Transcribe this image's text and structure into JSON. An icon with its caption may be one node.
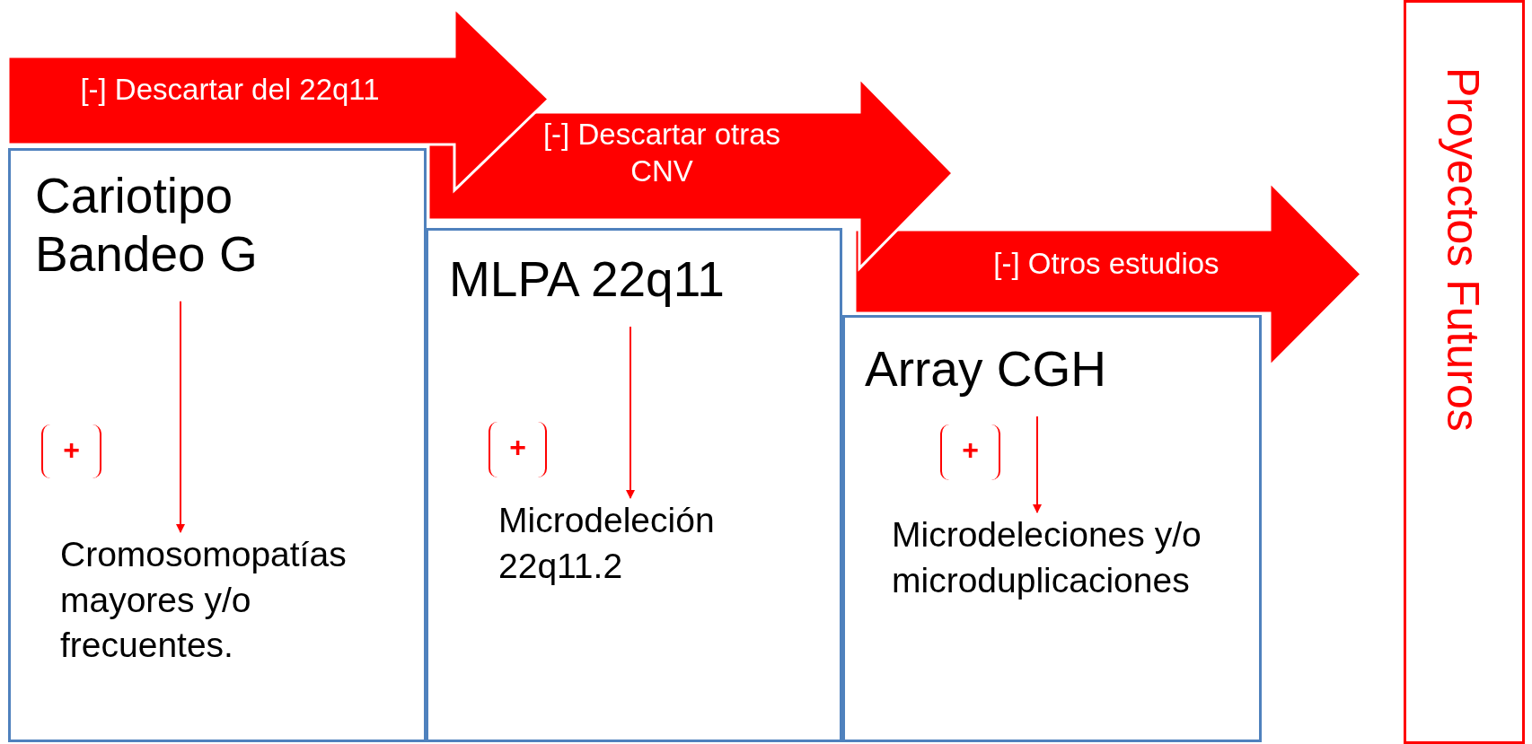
{
  "diagram": {
    "nodes": [
      {
        "text": [
          "[-] Descartar del 22q11"
        ]
      },
      {
        "text": [],
        "shape": "box"
      },
      {
        "text": [
          "Cariotipo Bandeo G"
        ],
        "in": 1
      },
      {
        "text": [
          "Cromosomopatías mayores y/o frecuentes."
        ],
        "in": 1
      },
      {
        "text": [
          "[-] Descartar otras CNV"
        ]
      },
      {
        "text": [],
        "shape": "box"
      },
      {
        "text": [
          "MLPA 22q11"
        ],
        "in": 5
      },
      {
        "text": [
          "Microdeleción 22q11.2"
        ],
        "in": 5
      },
      {
        "text": [
          "[-] Otros estudios"
        ]
      },
      {
        "text": [],
        "shape": "box"
      },
      {
        "text": [
          "Array CGH"
        ],
        "in": 9
      },
      {
        "text": [
          "Microdeleciones y/o microduplicaciones"
        ],
        "in": 9
      },
      {
        "text": [
          "Proyectos Futuros"
        ]
      }
    ],
    "edges": [
      {
        "from": 2,
        "to": 3,
        "arrow": "to",
        "label": "+"
      },
      {
        "from": 6,
        "to": 7,
        "arrow": "to",
        "label": "+"
      },
      {
        "from": 10,
        "to": 11,
        "arrow": "to",
        "label": "+"
      }
    ]
  }
}
